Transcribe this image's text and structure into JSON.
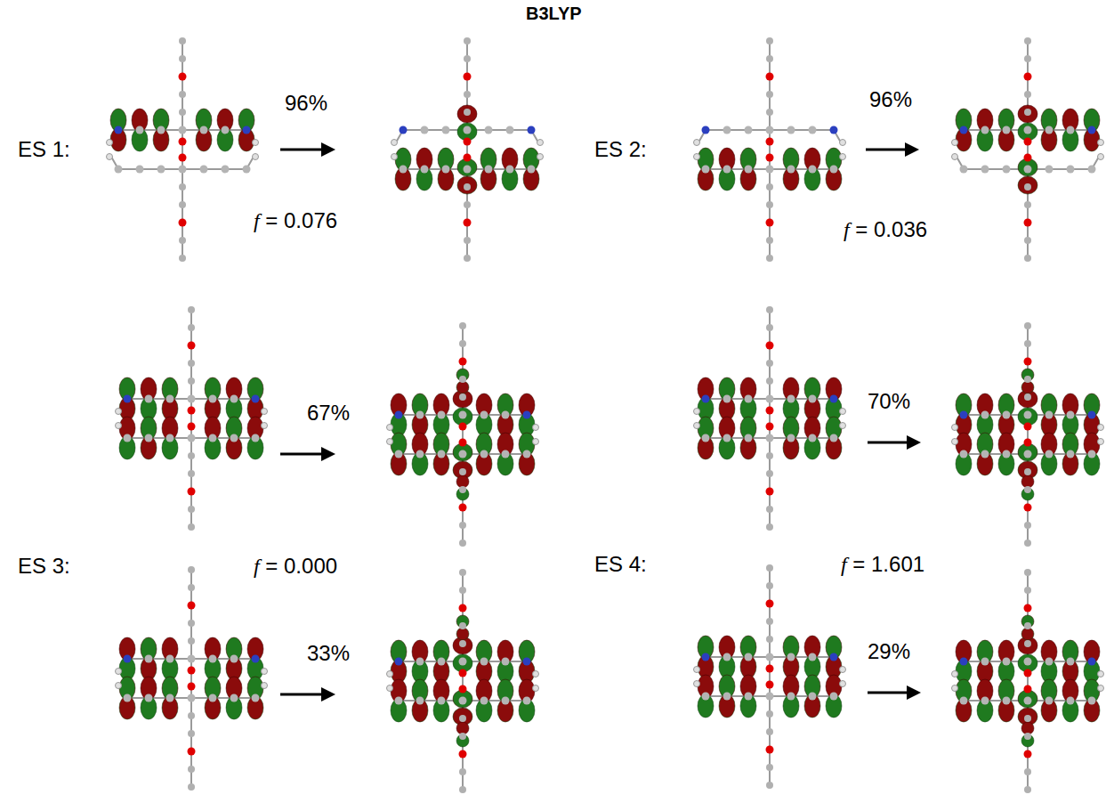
{
  "diagram": {
    "title": "B3LYP",
    "labels": [
      "ES 1:",
      "96%",
      "f = 0.076",
      "ES 2:",
      "96%",
      "f = 0.036",
      "67%",
      "ES 3:",
      "f = 0.000",
      "33%",
      "70%",
      "ES 4:",
      "f = 1.601",
      "29%"
    ]
  }
}
